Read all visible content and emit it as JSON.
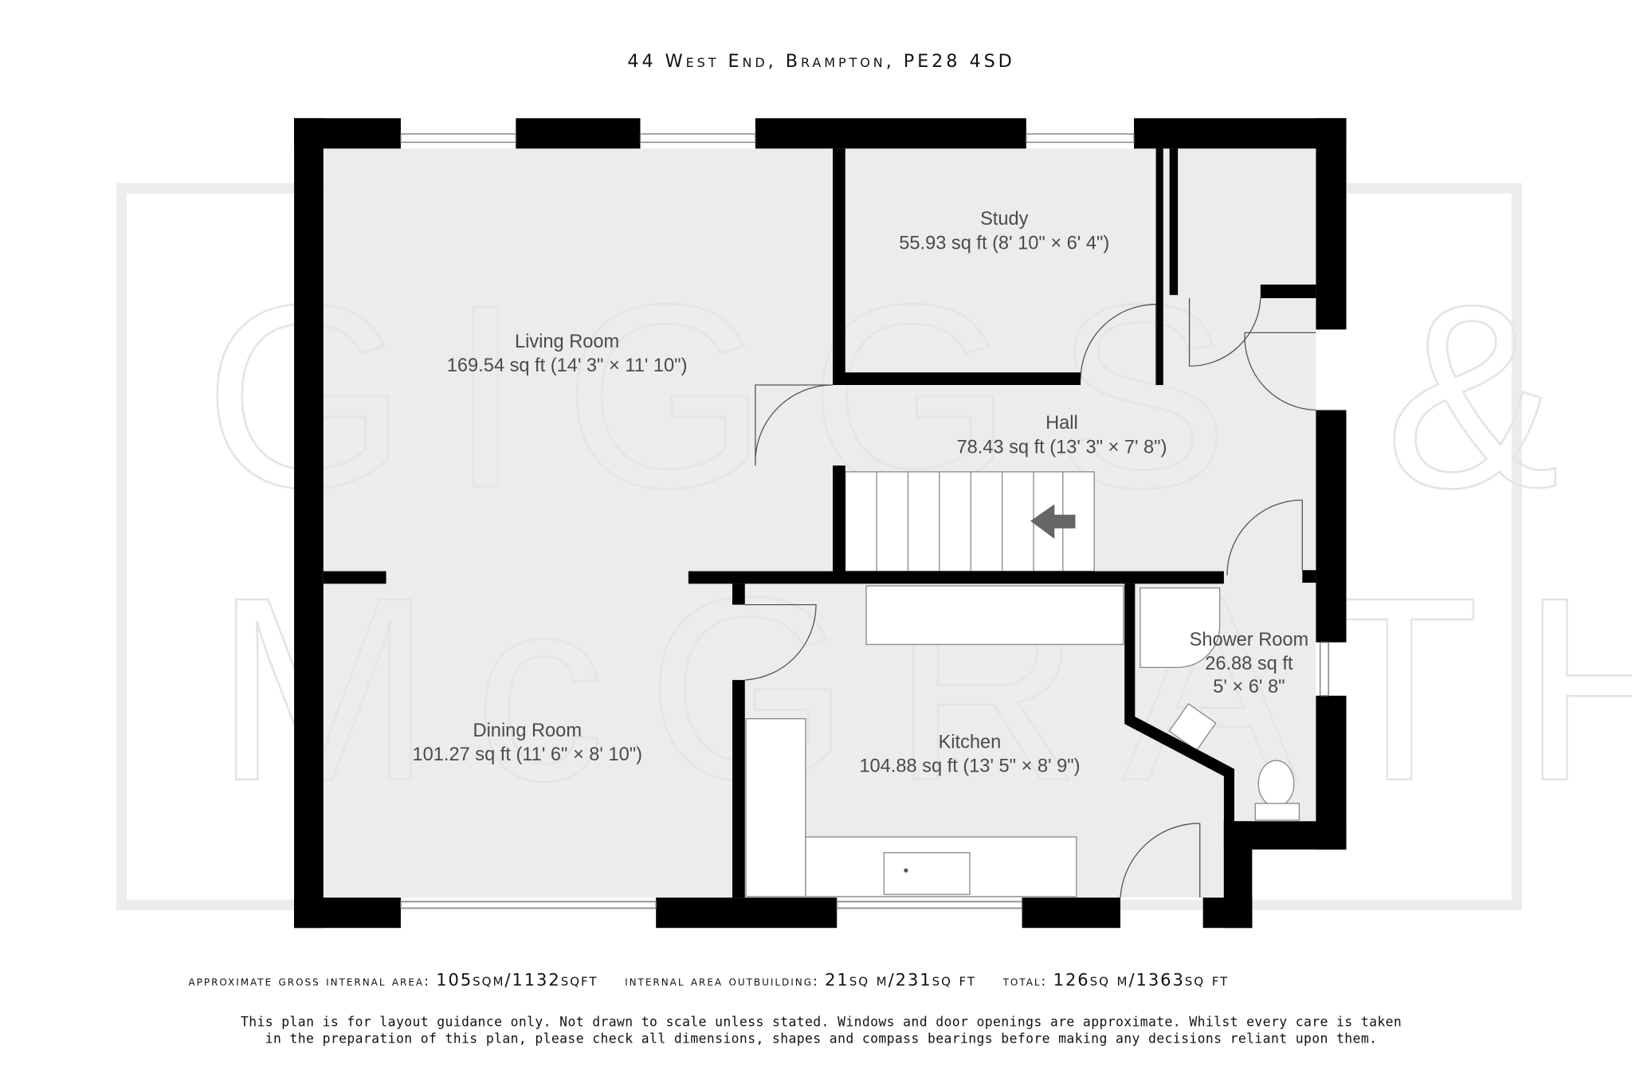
{
  "title": "44 West End, Brampton, PE28 4SD",
  "watermark": {
    "line1": "GIGGS &",
    "line2": "McGRATH"
  },
  "rooms": {
    "study": {
      "name": "Study",
      "area": "55.93 sq ft (8' 10\" × 6' 4\")"
    },
    "living": {
      "name": "Living Room",
      "area": "169.54 sq ft (14' 3\" × 11' 10\")"
    },
    "hall": {
      "name": "Hall",
      "area": "78.43 sq ft (13' 3\" × 7' 8\")"
    },
    "dining": {
      "name": "Dining Room",
      "area": "101.27 sq ft (11' 6\" × 8' 10\")"
    },
    "kitchen": {
      "name": "Kitchen",
      "area": "104.88 sq ft (13' 5\" × 8' 9\")"
    },
    "shower": {
      "name": "Shower Room",
      "area": "26.88 sq ft",
      "dims": "5' × 6' 8\""
    }
  },
  "areas": {
    "gross_label": "approximate gross internal area:",
    "gross_value": "105sqm/1132sqft",
    "outbuilding_label": "internal area outbuilding:",
    "outbuilding_value": "21sq m/231sq ft",
    "total_label": "total:",
    "total_value": "126sq m/1363sq ft"
  },
  "disclaimer": {
    "line1": "This plan is for layout guidance only. Not drawn to scale unless stated. Windows and door openings are approximate. Whilst every care is taken",
    "line2": "in the preparation of this plan, please check all dimensions, shapes and compass bearings before making any decisions reliant upon them."
  }
}
